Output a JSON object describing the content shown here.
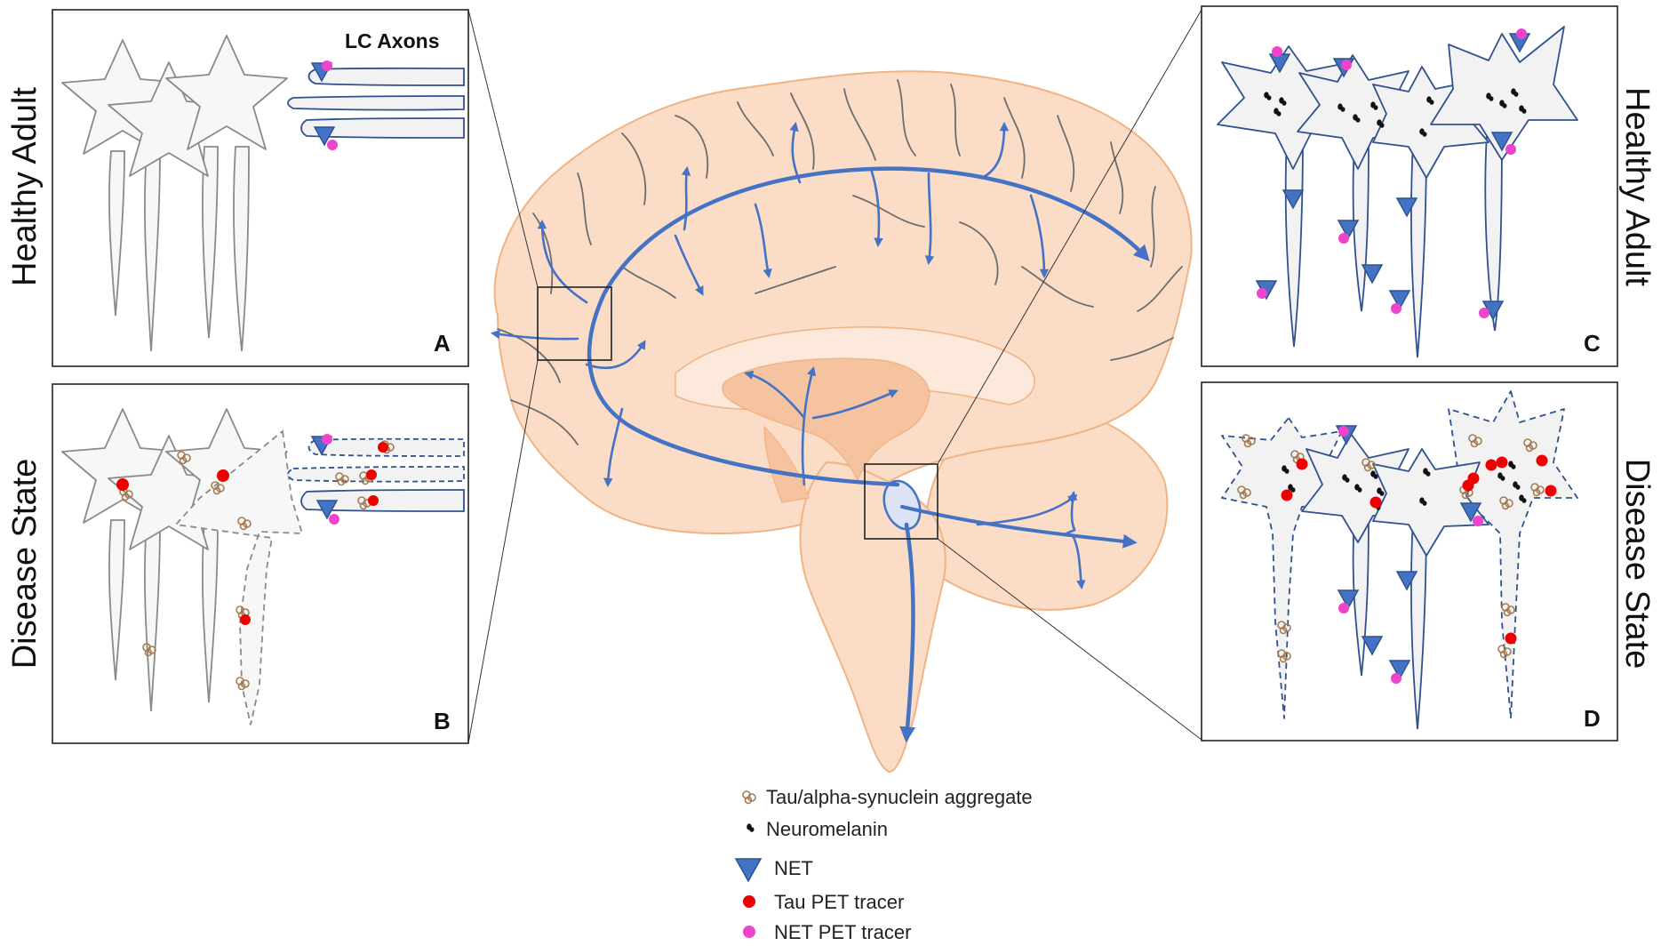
{
  "labels": {
    "healthy_adult_left": "Healthy Adult",
    "disease_state_left": "Disease State",
    "healthy_adult_right": "Healthy Adult",
    "disease_state_right": "Disease State",
    "lc_axons": "LC Axons",
    "panel_a": "A",
    "panel_b": "B",
    "panel_c": "C",
    "panel_d": "D"
  },
  "legend": {
    "items": [
      {
        "icon": "aggregate-icon",
        "label": "Tau/alpha-synuclein aggregate"
      },
      {
        "icon": "neuromelanin-icon",
        "label": "Neuromelanin"
      },
      {
        "icon": "net-triangle-icon",
        "label": "NET"
      },
      {
        "icon": "red-dot-icon",
        "label": "Tau PET tracer"
      },
      {
        "icon": "magenta-dot-icon",
        "label": "NET PET tracer"
      }
    ]
  },
  "colors": {
    "brain_fill": "#fbdcc6",
    "brain_stroke": "#f0b384",
    "callosum_fill": "#fde9dc",
    "thalamus_fill": "#f6c3a0",
    "pathway_blue": "#4472c4",
    "neuron_gray": "#8a8a8a",
    "neuron_fill": "#f2f2f2",
    "neuron_blue": "#2f528f",
    "net_blue": "#4472c4",
    "tau_red": "#ee0000",
    "net_magenta": "#ee44cc",
    "aggregate_brown": "#a57b52",
    "neuromelanin": "#111111"
  }
}
